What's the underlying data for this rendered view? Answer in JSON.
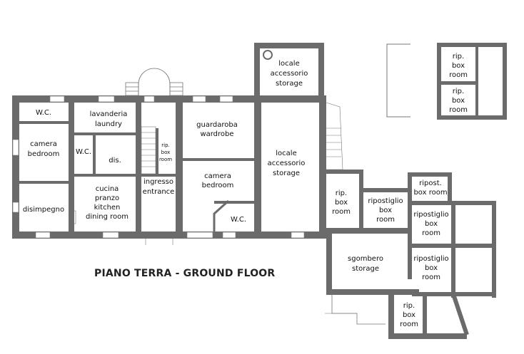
{
  "title": "PIANO TERRA - GROUND FLOOR",
  "colors": {
    "wall": "#6b6b6b",
    "thin_line": "#777777",
    "window": "#ffffff",
    "text": "#111111"
  },
  "rooms": [
    {
      "id": "wc-left",
      "lines": [
        "W.C."
      ]
    },
    {
      "id": "camera-left",
      "lines": [
        "camera",
        "bedroom"
      ]
    },
    {
      "id": "disimpegno",
      "lines": [
        "disimpegno"
      ]
    },
    {
      "id": "lavanderia",
      "lines": [
        "lavanderia",
        "laundry"
      ]
    },
    {
      "id": "wc-mid",
      "lines": [
        "W.C."
      ]
    },
    {
      "id": "dis",
      "lines": [
        "dis."
      ]
    },
    {
      "id": "cucina",
      "lines": [
        "cucina",
        "pranzo",
        "kitchen",
        "dining room"
      ]
    },
    {
      "id": "rip-small",
      "lines": [
        "rip.",
        "box",
        "room"
      ]
    },
    {
      "id": "ingresso",
      "lines": [
        "ingresso",
        "entrance"
      ]
    },
    {
      "id": "guardaroba",
      "lines": [
        "guardaroba",
        "wardrobe"
      ]
    },
    {
      "id": "camera-mid",
      "lines": [
        "camera",
        "bedroom"
      ]
    },
    {
      "id": "wc-right",
      "lines": [
        "W.C."
      ]
    },
    {
      "id": "locale-top",
      "lines": [
        "locale",
        "accessorio",
        "storage"
      ]
    },
    {
      "id": "locale-main",
      "lines": [
        "locale",
        "accessorio",
        "storage"
      ]
    },
    {
      "id": "rip-box-1",
      "lines": [
        "rip.",
        "box",
        "room"
      ]
    },
    {
      "id": "ripostiglio-1",
      "lines": [
        "ripostiglio",
        "box",
        "room"
      ]
    },
    {
      "id": "ripost-box",
      "lines": [
        "ripost.",
        "box room"
      ]
    },
    {
      "id": "ripostiglio-2",
      "lines": [
        "ripostiglio",
        "box",
        "room"
      ]
    },
    {
      "id": "sgombero",
      "lines": [
        "sgombero",
        "storage"
      ]
    },
    {
      "id": "ripostiglio-3",
      "lines": [
        "ripostiglio",
        "box",
        "room"
      ]
    },
    {
      "id": "rip-box-bottom",
      "lines": [
        "rip.",
        "box",
        "room"
      ]
    },
    {
      "id": "rip-box-tr1",
      "lines": [
        "rip.",
        "box",
        "room"
      ]
    },
    {
      "id": "rip-box-tr2",
      "lines": [
        "rip.",
        "box",
        "room"
      ]
    }
  ]
}
